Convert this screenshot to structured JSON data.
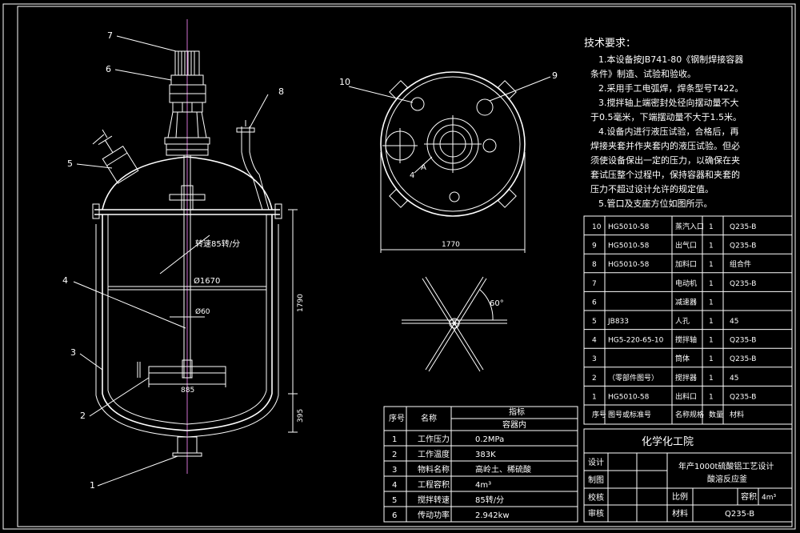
{
  "colors": {
    "background": "#000000",
    "line": "#ffffff",
    "centerline": "#d070d0"
  },
  "balloons": [
    "1",
    "2",
    "3",
    "4",
    "5",
    "6",
    "7",
    "8",
    "9",
    "10"
  ],
  "dims": {
    "dia_1670": "Ø1670",
    "dia_60": "Ø60",
    "width_885": "885",
    "height_1790": "1790",
    "height_395": "395",
    "plan_1770": "1770",
    "angle": "60°",
    "speed_note": "转速85转/分",
    "label_a1": "4",
    "label_a2": "A"
  },
  "tech_req": {
    "title": "技术要求：",
    "lines": [
      "1.本设备按JB741-80《钢制焊接容器",
      "条件》制造、试验和验收。",
      "2.采用手工电弧焊，焊条型号T422。",
      "3.搅拌轴上端密封处径向摆动量不大",
      "于0.5毫米，下端摆动量不大于1.5米。",
      "4.设备内进行液压试验，合格后，再",
      "焊接夹套并作夹套内的液压试验。但必",
      "须使设备保出一定的压力，以确保在夹",
      "套试压整个过程中，保持容器和夹套的",
      "压力不超过设计允许的规定值。",
      "5.管口及支座方位如图所示。"
    ]
  },
  "parts_list": {
    "rows": [
      [
        "10",
        "HG5010-58",
        "蒸汽入口",
        "1",
        "Q235-B"
      ],
      [
        "9",
        "HG5010-58",
        "出气口",
        "1",
        "Q235-B"
      ],
      [
        "8",
        "HG5010-58",
        "加料口",
        "1",
        "组合件"
      ],
      [
        "7",
        "",
        "电动机",
        "1",
        "Q235-B"
      ],
      [
        "6",
        "",
        "减速器",
        "1",
        ""
      ],
      [
        "5",
        "JB833",
        "人孔",
        "1",
        "45"
      ],
      [
        "4",
        "HG5-220-65-10",
        "搅拌轴",
        "1",
        "Q235-B"
      ],
      [
        "3",
        "",
        "筒体",
        "1",
        "Q235-B"
      ],
      [
        "2",
        "（零部件图号）",
        "搅拌器",
        "1",
        "45"
      ],
      [
        "1",
        "HG5010-58",
        "出料口",
        "1",
        "Q235-B"
      ]
    ],
    "header": [
      "序号",
      "图号或标准号",
      "名称规格",
      "数量",
      "材料"
    ]
  },
  "spec_table": {
    "header": [
      "序号",
      "名称",
      "指标"
    ],
    "sub_header": "容器内",
    "rows": [
      [
        "1",
        "工作压力",
        "0.2MPa"
      ],
      [
        "2",
        "工作温度",
        "383K"
      ],
      [
        "3",
        "物料名称",
        "高岭土、稀硫酸"
      ],
      [
        "4",
        "工程容积",
        "4m³"
      ],
      [
        "5",
        "搅拌转速",
        "85转/分"
      ],
      [
        "6",
        "传动功率",
        "2.942kw"
      ]
    ]
  },
  "title_block": {
    "school": "化学化工院",
    "r_design": "设计",
    "r_draw": "制图",
    "r_check": "校核",
    "r_review": "审核",
    "project_1": "年产1000t硫酸铝工艺设计",
    "project_2": "酸溶反应釜",
    "scale_label": "比例",
    "volume_label": "容积",
    "volume": "4m³",
    "material_label": "材料",
    "material": "Q235-B"
  }
}
